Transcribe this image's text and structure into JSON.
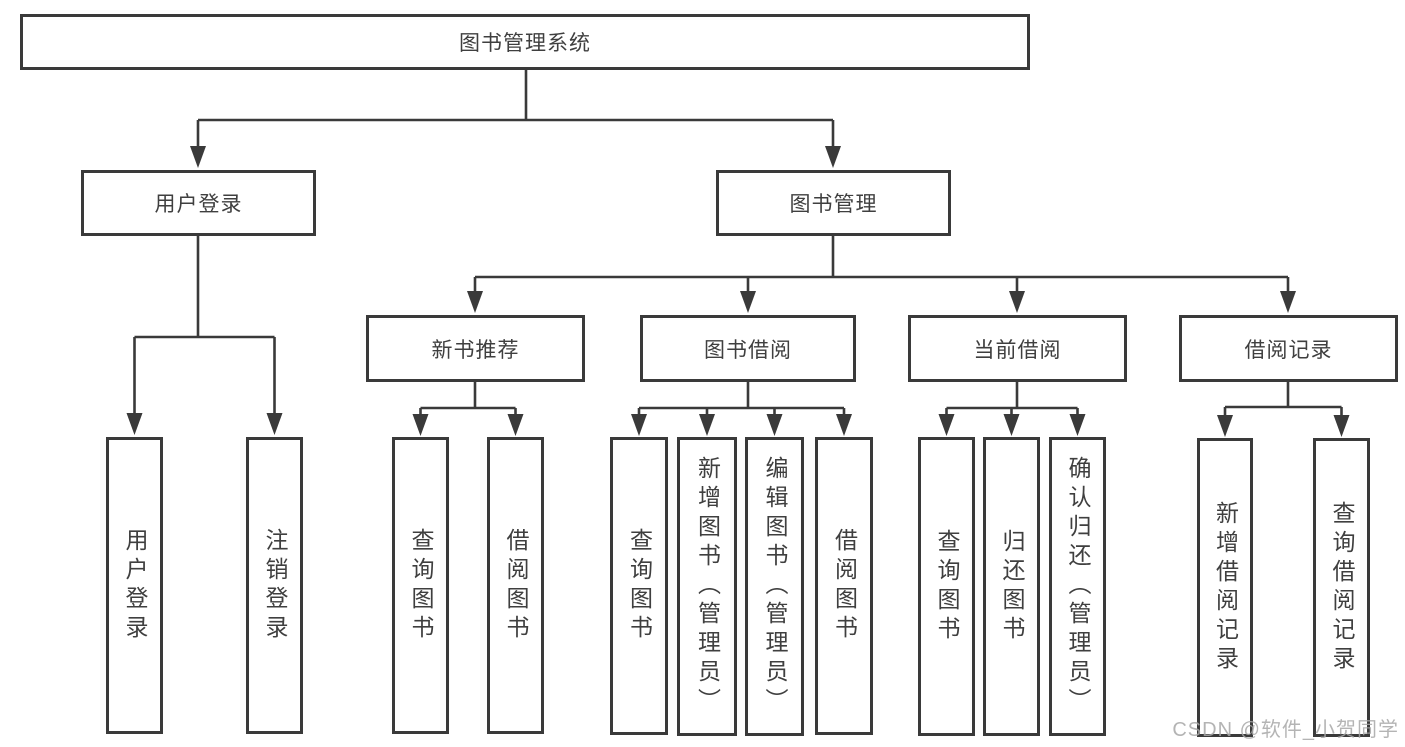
{
  "colors": {
    "line": "#3a3a3a",
    "text": "#3f3f3f",
    "background": "#ffffff",
    "watermark": "#a8a8a8"
  },
  "watermark": {
    "text": "CSDN @软件_小贺同学"
  },
  "tree": {
    "root": {
      "label": "图书管理系统"
    },
    "branches": [
      {
        "label": "用户登录",
        "children": [
          {
            "label": "用户登录"
          },
          {
            "label": "注销登录"
          }
        ]
      },
      {
        "label": "图书管理",
        "children": [
          {
            "label": "新书推荐",
            "children": [
              {
                "label": "查询图书"
              },
              {
                "label": "借阅图书"
              }
            ]
          },
          {
            "label": "图书借阅",
            "children": [
              {
                "label": "查询图书"
              },
              {
                "label": "新增图书（管理员）"
              },
              {
                "label": "编辑图书（管理员）"
              },
              {
                "label": "借阅图书"
              }
            ]
          },
          {
            "label": "当前借阅",
            "children": [
              {
                "label": "查询图书"
              },
              {
                "label": "归还图书"
              },
              {
                "label": "确认归还（管理员）"
              }
            ]
          },
          {
            "label": "借阅记录",
            "children": [
              {
                "label": "新增借阅记录"
              },
              {
                "label": "查询借阅记录"
              }
            ]
          }
        ]
      }
    ]
  }
}
